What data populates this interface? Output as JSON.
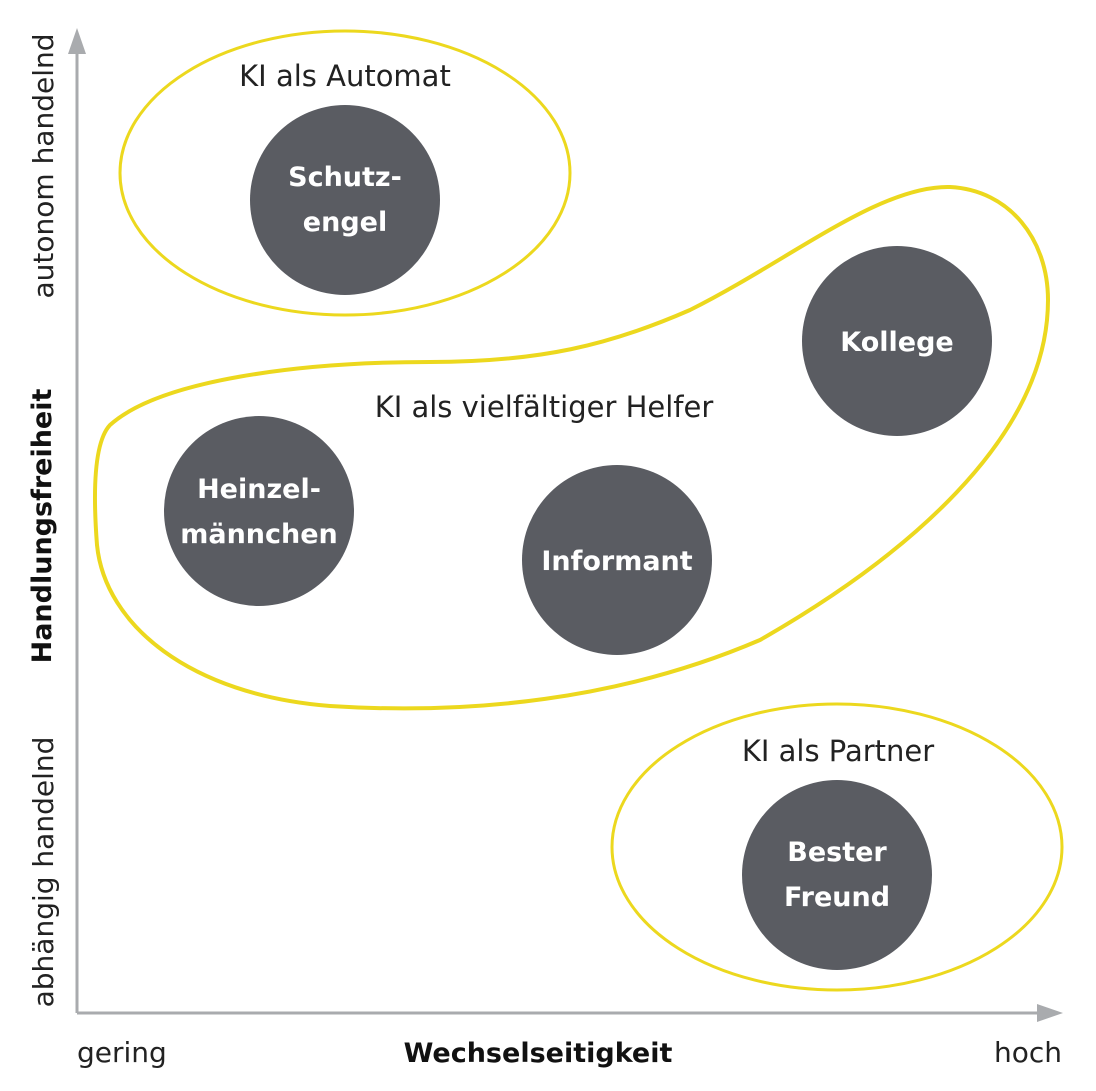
{
  "colors": {
    "accent_yellow": "#ECD81E",
    "node_fill": "#5A5C62",
    "axis_gray": "#A9ABAE",
    "node_text": "#ffffff",
    "text_dark": "#222222"
  },
  "axes": {
    "y_title": "Handlungsfreiheit",
    "y_top_label": "autonom handelnd",
    "y_bottom_label": "abhängig handelnd",
    "x_title": "Wechselseitigkeit",
    "x_left_label": "gering",
    "x_right_label": "hoch"
  },
  "groups": {
    "automat": {
      "label": "KI als Automat"
    },
    "helfer": {
      "label": "KI als vielfältiger Helfer"
    },
    "partner": {
      "label": "KI als Partner"
    }
  },
  "nodes": {
    "schutzengel": {
      "line1": "Schutz-",
      "line2": "engel"
    },
    "kollege": {
      "line1": "Kollege"
    },
    "heinzelmaennchen": {
      "line1": "Heinzel-",
      "line2": "männchen"
    },
    "informant": {
      "line1": "Informant"
    },
    "bester_freund": {
      "line1": "Bester",
      "line2": "Freund"
    }
  }
}
